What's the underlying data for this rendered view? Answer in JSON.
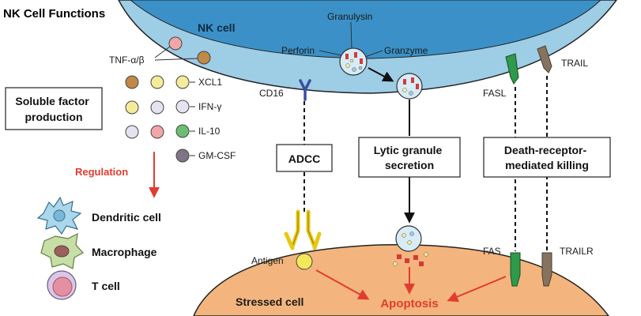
{
  "title": "NK Cell Functions",
  "nk_cell": {
    "label": "NK cell"
  },
  "stressed_cell": {
    "label": "Stressed cell"
  },
  "cytokines": {
    "tnf": "TNF-α/β",
    "legend": [
      {
        "name": "XCL1",
        "color": "#f5ec9a"
      },
      {
        "name": "IFN-γ",
        "color": "#e6e3f0"
      },
      {
        "name": "IL-10",
        "color": "#6cbd72"
      },
      {
        "name": "GM-CSF",
        "color": "#7f7587"
      }
    ]
  },
  "boxes": {
    "soluble": [
      "Soluble factor",
      "production"
    ],
    "adcc": [
      "ADCC"
    ],
    "lytic": [
      "Lytic granule",
      "secretion"
    ],
    "death": [
      "Death-receptor-",
      "mediated killing"
    ]
  },
  "regulation": "Regulation",
  "targets": [
    "Dendritic cell",
    "Macrophage",
    "T cell"
  ],
  "granule": {
    "granulysin": "Granulysin",
    "perforin": "Perforin",
    "granzyme": "Granzyme"
  },
  "receptors": {
    "cd16": "CD16",
    "antigen": "Antigen",
    "fasl": "FASL",
    "trail": "TRAIL",
    "fas": "FAS",
    "trailr": "TRAILR"
  },
  "apoptosis": "Apoptosis",
  "colors": {
    "nk_cell": "#9ecde6",
    "nucleus": "#3b91c7",
    "stressed_cell": "#f3b57d",
    "arrow": "#e23b30",
    "fasl": "#2e9a4a",
    "trail": "#857360"
  }
}
